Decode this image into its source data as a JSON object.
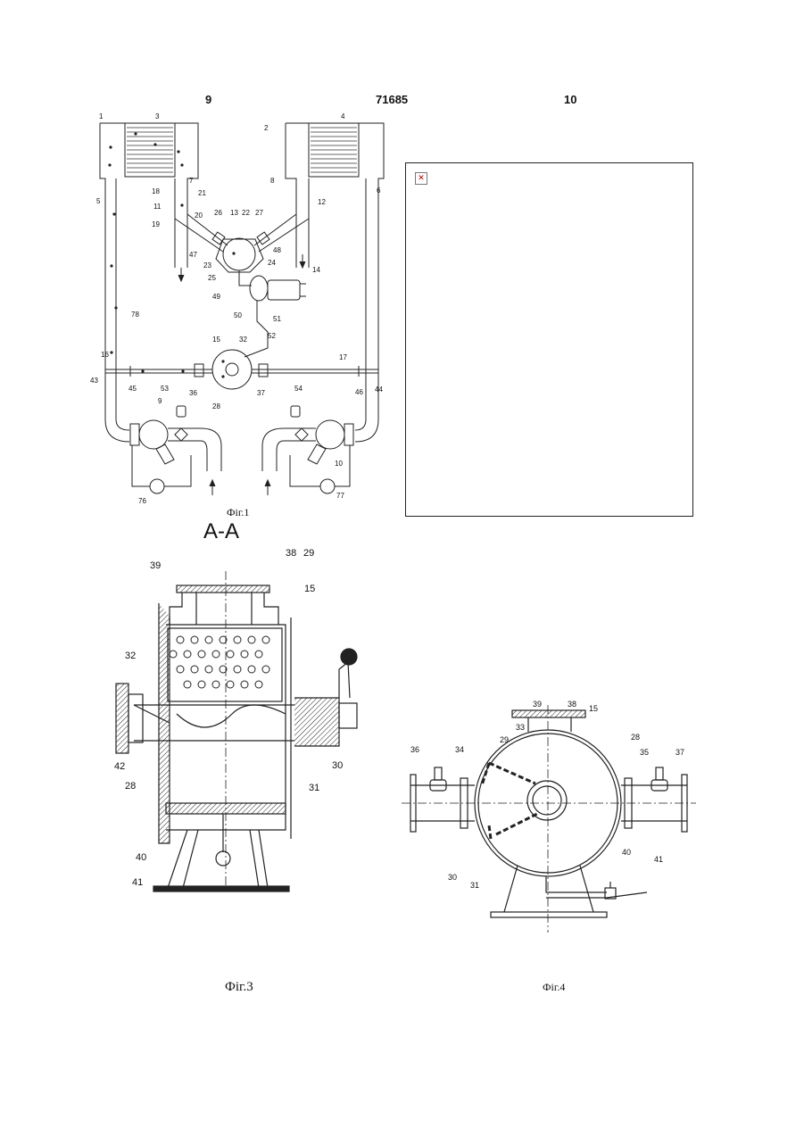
{
  "header": {
    "left": "9",
    "center": "71685",
    "right": "10"
  },
  "captions": {
    "fig1": "Фіг.1",
    "fig3": "Фіг.3",
    "fig4": "Фіг.4",
    "section": "А-А"
  },
  "placeholder_icon": "broken-image-icon",
  "fig1_labels": [
    "1",
    "3",
    "2",
    "4",
    "5",
    "6",
    "7",
    "8",
    "18",
    "21",
    "11",
    "19",
    "20",
    "12",
    "26",
    "13",
    "22",
    "27",
    "47",
    "48",
    "23",
    "24",
    "25",
    "14",
    "49",
    "50",
    "51",
    "52",
    "78",
    "15",
    "32",
    "16",
    "17",
    "43",
    "45",
    "53",
    "36",
    "37",
    "54",
    "46",
    "44",
    "28",
    "9",
    "10",
    "76",
    "77"
  ],
  "fig3_labels": [
    "39",
    "38",
    "29",
    "15",
    "32",
    "30",
    "42",
    "31",
    "28",
    "40",
    "41"
  ],
  "fig4_labels": [
    "39",
    "38",
    "15",
    "36",
    "34",
    "29",
    "33",
    "28",
    "35",
    "37",
    "30",
    "31",
    "40",
    "41"
  ]
}
